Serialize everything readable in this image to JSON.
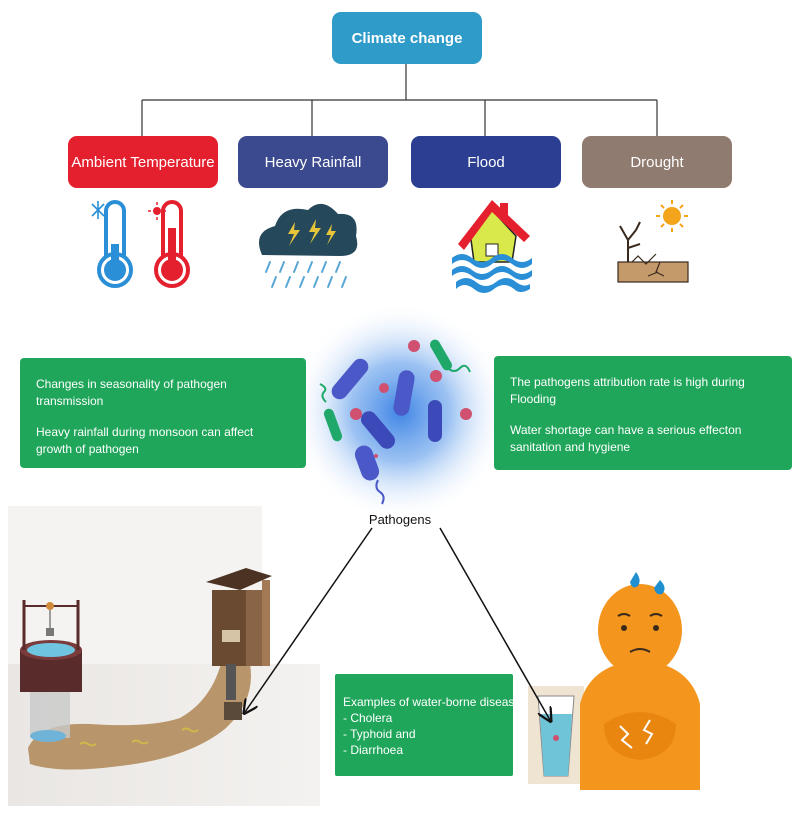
{
  "root": {
    "label": "Climate change"
  },
  "categories": [
    {
      "label": "Ambient Temperature",
      "color": "#e5202e"
    },
    {
      "label": "Heavy Rainfall",
      "color": "#3b4a8e"
    },
    {
      "label": "Flood",
      "color": "#2b3e91"
    },
    {
      "label": "Drought",
      "color": "#8f7b6f"
    }
  ],
  "left_box": {
    "line1": "Changes in seasonality of pathogen transmission",
    "line2": "Heavy rainfall during monsoon can affect growth of pathogen"
  },
  "right_box": {
    "line1": "The pathogens attribution rate is high during Flooding",
    "line2": "Water shortage can have a serious effecton sanitation and hygiene"
  },
  "center": {
    "label": "Pathogens"
  },
  "disease": {
    "title": "Examples of water-borne disease",
    "items": [
      "- Cholera",
      "- Typhoid and",
      "- Diarrhoea"
    ]
  },
  "icons": {
    "cold": "cold-thermometer-icon",
    "hot": "hot-thermometer-icon",
    "rain": "storm-cloud-icon",
    "flood": "flooded-house-icon",
    "drought": "drought-icon",
    "pathogens": "pathogens-cluster-icon",
    "well": "well-and-latrine-illustration",
    "glass": "water-glass-icon",
    "person": "sick-person-icon"
  }
}
